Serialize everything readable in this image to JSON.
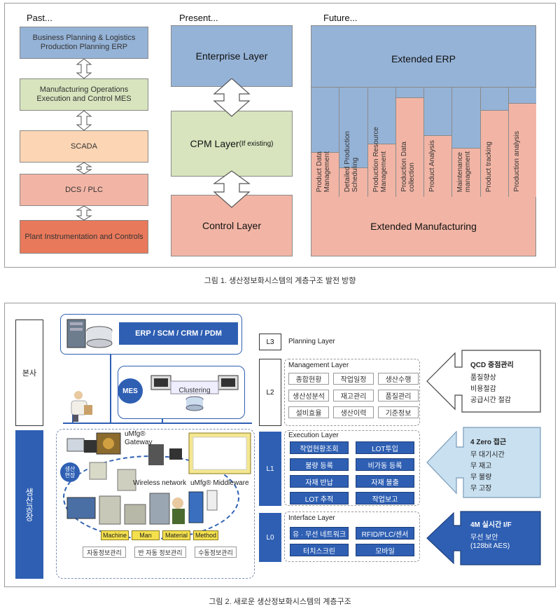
{
  "fig1": {
    "past_title": "Past...",
    "present_title": "Present...",
    "future_title": "Future...",
    "past_layers": [
      "Business Planning & Logistics\nProduction Planning ERP",
      "Manufacturing Operations\nExecution and Control MES",
      "SCADA",
      "DCS / PLC",
      "Plant Instrumentation and Controls"
    ],
    "present_layers": {
      "enterprise": "Enterprise Layer",
      "cpm": "CPM Layer",
      "cpm_note": "(If existing)",
      "control": "Control Layer"
    },
    "future": {
      "top": "Extended ERP",
      "bottom": "Extended Manufacturing",
      "columns": [
        "Product Data\nManagement",
        "Detailed Production\nScheduling",
        "Production Resource\nManagement",
        "Production Data\ncollection",
        "Product Analysis",
        "Maintenance\nmanagement",
        "Product tracking",
        "Production analysis"
      ]
    },
    "caption": "그림 1. 생산정보화시스템의 계층구조 발전 방향"
  },
  "fig2": {
    "left_labels": {
      "hq": "본사",
      "factory": "생산공장"
    },
    "erp_label": "ERP / SCM / CRM / PDM",
    "mes_label": "MES",
    "clustering": "Clustering",
    "gateway": "uMfg®\nGateway",
    "site": "생산\n현장",
    "wireless": "Wireless network",
    "middleware": "uMfg® Middleware",
    "four_m": [
      "Machine",
      "Man",
      "Material",
      "Method"
    ],
    "info_cells": [
      "자동정보관리",
      "반 자동 정보관리",
      "수동정보관리"
    ],
    "levels": {
      "l3": {
        "code": "L3",
        "name": "Planning Layer"
      },
      "l2": {
        "code": "L2",
        "name": "Management Layer",
        "cells": [
          "종합현황",
          "작업일정",
          "생산수행",
          "생산성분석",
          "재고관리",
          "품질관리",
          "설비효율",
          "생산이력",
          "기준정보"
        ]
      },
      "l1": {
        "code": "L1",
        "name": "Execution Layer",
        "cells": [
          "작업현황조회",
          "LOT투입",
          "불량 등록",
          "비가동 등록",
          "자재 반납",
          "자재 불출",
          "LOT 추적",
          "작업보고"
        ]
      },
      "l0": {
        "code": "L0",
        "name": "Interface Layer",
        "cells": [
          "유 · 무선 네트워크",
          "RFID/PLC/센서",
          "터치스크린",
          "모바일"
        ]
      }
    },
    "right": {
      "qcd": {
        "title": "QCD 중점관리",
        "items": [
          "품질향상",
          "비용절감",
          "공급시간 절감"
        ]
      },
      "zero": {
        "title": "4 Zero 접근",
        "items": [
          "무 대기시간",
          "무 재고",
          "무 불량",
          "무 고장"
        ]
      },
      "realtime": {
        "title": "4M 실시간 I/F",
        "items": [
          "무선 보안",
          "(128bit AES)"
        ]
      }
    },
    "caption": "그림 2. 새로운 생산정보화시스템의 계층구조"
  }
}
